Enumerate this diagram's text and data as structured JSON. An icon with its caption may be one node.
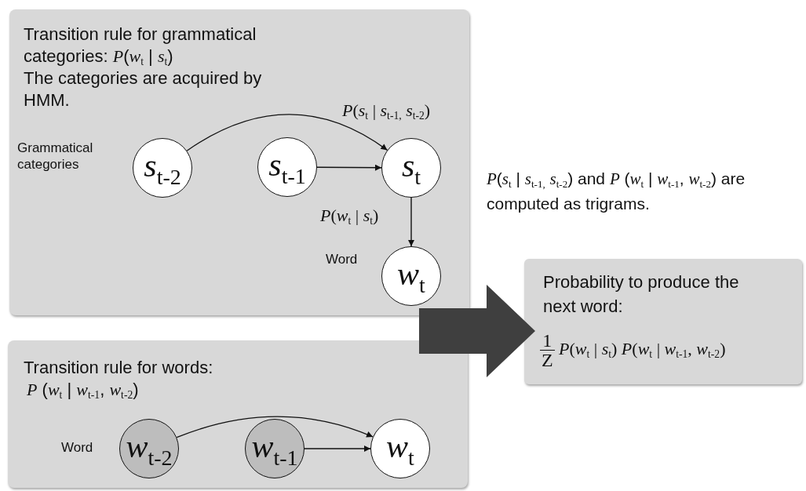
{
  "diagram": {
    "nodes": [
      {
        "text": [
          "Transition rule for grammatical categories: *P*(*w*$_{t}$ | *s*$_{t}$)",
          "The categories are acquired by HMM."
        ]
      },
      {
        "text": [
          "*s*$_{t-2}$"
        ],
        "in": 0,
        "beside": [
          "Grammatical categories"
        ]
      },
      {
        "text": [
          "*s*$_{t-1}$"
        ],
        "in": 0
      },
      {
        "text": [
          "*s*$_{t}$"
        ],
        "in": 0
      },
      {
        "text": [
          "*w*$_{t}$"
        ],
        "in": 0,
        "beside": [
          "Word"
        ]
      },
      {
        "text": [
          "Transition rule for words:",
          "*P* (*w*$_{t}$ | *w*$_{t-1}$, *w*$_{t-2}$)"
        ]
      },
      {
        "text": [
          "*w*$_{t-2}$"
        ],
        "in": 5,
        "beside": [
          "Word"
        ]
      },
      {
        "text": [
          "*w*$_{t-1}$"
        ],
        "in": 5
      },
      {
        "text": [
          "*w*$_{t}$"
        ],
        "in": 5
      },
      {
        "text": [
          "Probability to produce the next word:",
          "1",
          "Z",
          "*P*(*w*$_{t}$ | *s*$_{t}$) *P*(*w*$_{t}$ | *w*$_{t-1}$, *w*$_{t-2}$)"
        ]
      }
    ],
    "edges": [
      {
        "from": 1,
        "to": 3,
        "arrow": "to",
        "label": "*P*(*s*$_{t}$ | *s*$_{t-1,}$ *s*$_{t-2}$)"
      },
      {
        "from": 2,
        "to": 3,
        "arrow": "to"
      },
      {
        "from": 3,
        "to": 4,
        "arrow": "to",
        "label": "*P*(*w*$_{t}$ | *s*$_{t}$)"
      },
      {
        "from": 6,
        "to": 8,
        "arrow": "to"
      },
      {
        "from": 7,
        "to": 8,
        "arrow": "to"
      },
      {
        "from": 0,
        "to": 9,
        "arrow": "to",
        "style": "thick"
      },
      {
        "from": 5,
        "to": 9,
        "arrow": "to",
        "style": "thick"
      }
    ],
    "labels": [
      "*P*(*s*$_{t}$ | *s*$_{t-1,}$ *s*$_{t-2}$) and *P* (*w*$_{t}$ | *w*$_{t-1}$, *w*$_{t-2}$) are computed as trigrams."
    ]
  }
}
